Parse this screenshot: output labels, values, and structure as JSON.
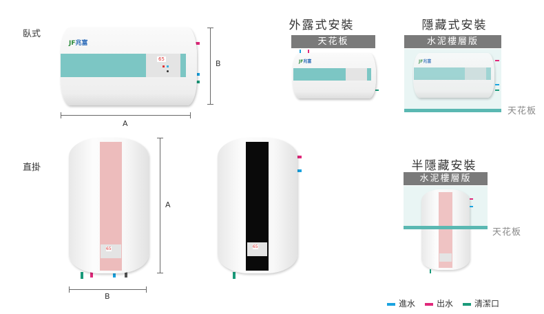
{
  "labels": {
    "horizontal": "臥式",
    "vertical": "直掛"
  },
  "dimensions": {
    "a": "A",
    "b": "B"
  },
  "brand": {
    "logo": "JF",
    "name": "兆富"
  },
  "panel": {
    "temp": "65"
  },
  "install": {
    "exposed": {
      "title": "外露式安裝",
      "bar": "天花板"
    },
    "hidden": {
      "title": "隱藏式安裝",
      "bar": "水泥樓層版",
      "side": "天花板"
    },
    "semi": {
      "title": "半隱藏安裝",
      "bar": "水泥樓層版",
      "side": "天花板"
    }
  },
  "legend": [
    {
      "label": "進水",
      "color": "#1aa3e0"
    },
    {
      "label": "出水",
      "color": "#e0287a"
    },
    {
      "label": "清潔口",
      "color": "#1a9a7a"
    }
  ]
}
